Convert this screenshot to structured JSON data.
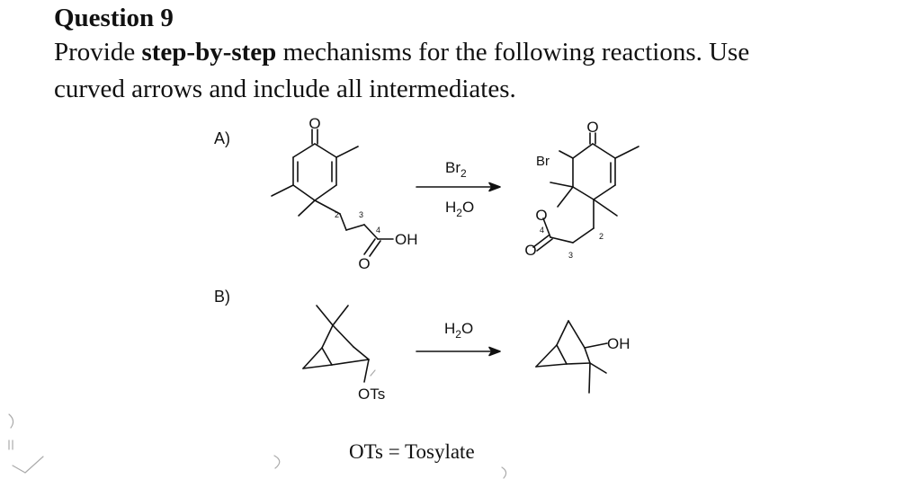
{
  "question": {
    "title": "Question 9",
    "line1_pre": "Provide ",
    "line1_bold": "step-by-step",
    "line1_post": " mechanisms for the following reactions.  Use",
    "line2": "curved arrows and include all intermediates."
  },
  "reaction_a": {
    "label": "A)",
    "reactant_o": "O",
    "reactant_oh": "OH",
    "reactant_o2": "O",
    "reactant_num_2": "2",
    "reactant_num_3": "3",
    "reactant_num_4": "4",
    "reagent_top": "Br",
    "reagent_top_sub": "2",
    "reagent_bottom": "H",
    "reagent_bottom_sub": "2",
    "reagent_bottom_post": "O",
    "product_br": "Br",
    "product_o_top": "O",
    "product_o_ring": "O",
    "product_o_carbonyl": "O",
    "product_num_4": "4",
    "product_num_3": "3",
    "product_num_2": "2"
  },
  "reaction_b": {
    "label": "B)",
    "reactant_ots": "OTs",
    "reagent": "H",
    "reagent_sub": "2",
    "reagent_post": "O",
    "product_oh": "OH"
  },
  "note": {
    "text": "OTs = Tosylate"
  }
}
